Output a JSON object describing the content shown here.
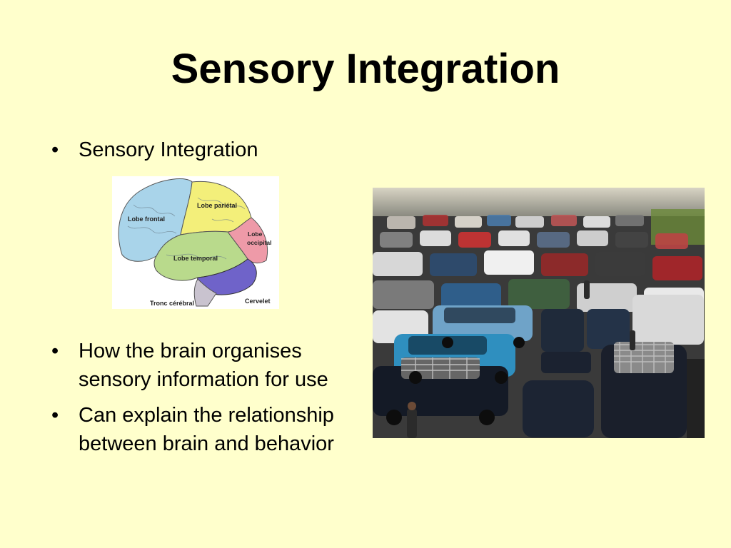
{
  "slide": {
    "title": "Sensory Integration",
    "bullets_top": [
      {
        "text": "Sensory Integration"
      }
    ],
    "bullets_bottom": [
      {
        "text": "How the brain organises sensory information for use"
      },
      {
        "text": "Can explain the relationship between brain and behavior"
      }
    ],
    "bullet_glyph": "•"
  },
  "brain_image": {
    "labels": {
      "frontal": "Lobe frontal",
      "parietal": "Lobe pariétal",
      "occipital_1": "Lobe",
      "occipital_2": "occipital",
      "temporal": "Lobe temporal",
      "brainstem": "Tronc cérébral",
      "cerebellum": "Cervelet"
    },
    "colors": {
      "frontal": "#a9d4ea",
      "parietal": "#f3ef7a",
      "occipital": "#ee9aa8",
      "temporal": "#b9da8c",
      "cerebellum": "#6f63c9",
      "brainstem": "#c9c3cf"
    }
  },
  "traffic_image": {
    "description_icon": "traffic-jam-photo"
  },
  "colors": {
    "background": "#ffffcc",
    "text": "#000000"
  }
}
